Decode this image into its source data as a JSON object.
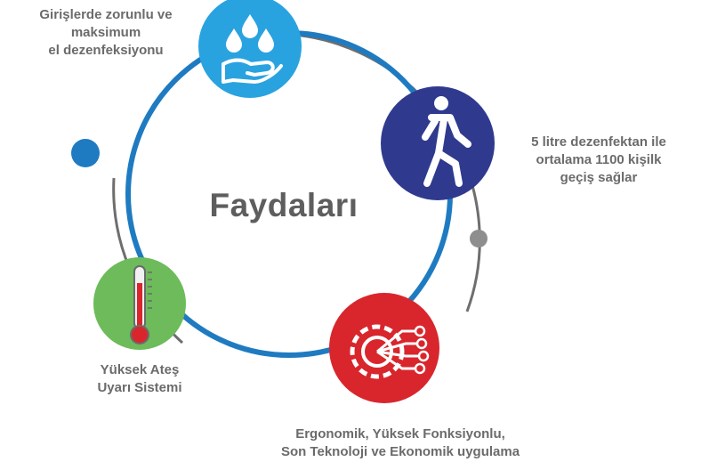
{
  "center_title": "Faydaları",
  "benefits": [
    {
      "lines": [
        "Girişlerde zorunlu ve",
        "maksimum",
        "el dezenfeksiyonu"
      ],
      "icon": "hand-water-drops-icon",
      "color": "#29a3e0"
    },
    {
      "lines": [
        "5 litre dezenfektan ile",
        "ortalama 1100 kişilk",
        "geçiş sağlar"
      ],
      "icon": "walking-person-icon",
      "color": "#2f3a8f"
    },
    {
      "lines": [
        "Ergonomik, Yüksek Fonksiyonlu,",
        "Son Teknoloji ve Ekonomik uygulama"
      ],
      "icon": "gear-technology-icon",
      "color": "#d8262c"
    },
    {
      "lines": [
        "Yüksek Ateş",
        "Uyarı Sistemi"
      ],
      "icon": "thermometer-icon",
      "color": "#6dbb5a"
    }
  ],
  "colors": {
    "ring": "#1f7bc1",
    "outer_arc": "#6e6e6e",
    "dot_blue": "#1f7bc1",
    "dot_gray": "#8e8e8e"
  }
}
